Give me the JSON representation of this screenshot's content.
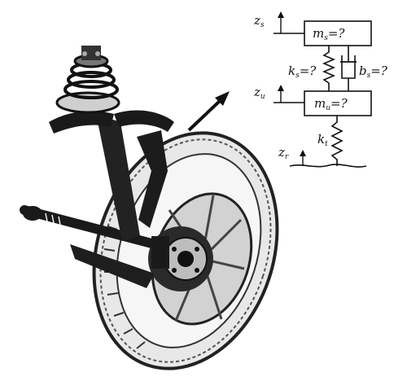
{
  "diagram": {
    "icons": {
      "suspension": "macpherson-strut-wheel-assembly-illustration",
      "arrow": "arrow-icon",
      "spring": "spring-icon",
      "damper": "damper-icon",
      "ground": "road-profile-icon"
    },
    "labels": {
      "zs": {
        "base": "z",
        "sub": "s"
      },
      "zu": {
        "base": "z",
        "sub": "u"
      },
      "zr": {
        "base": "z",
        "sub": "r"
      },
      "ms": {
        "base": "m",
        "sub": "s",
        "rest": "=?"
      },
      "mu": {
        "base": "m",
        "sub": "u",
        "rest": "=?"
      },
      "ks": {
        "base": "k",
        "sub": "s",
        "rest": "=?"
      },
      "bs": {
        "base": "b",
        "sub": "s",
        "rest": "=?"
      },
      "kt": {
        "base": "k",
        "sub": "t"
      }
    }
  }
}
